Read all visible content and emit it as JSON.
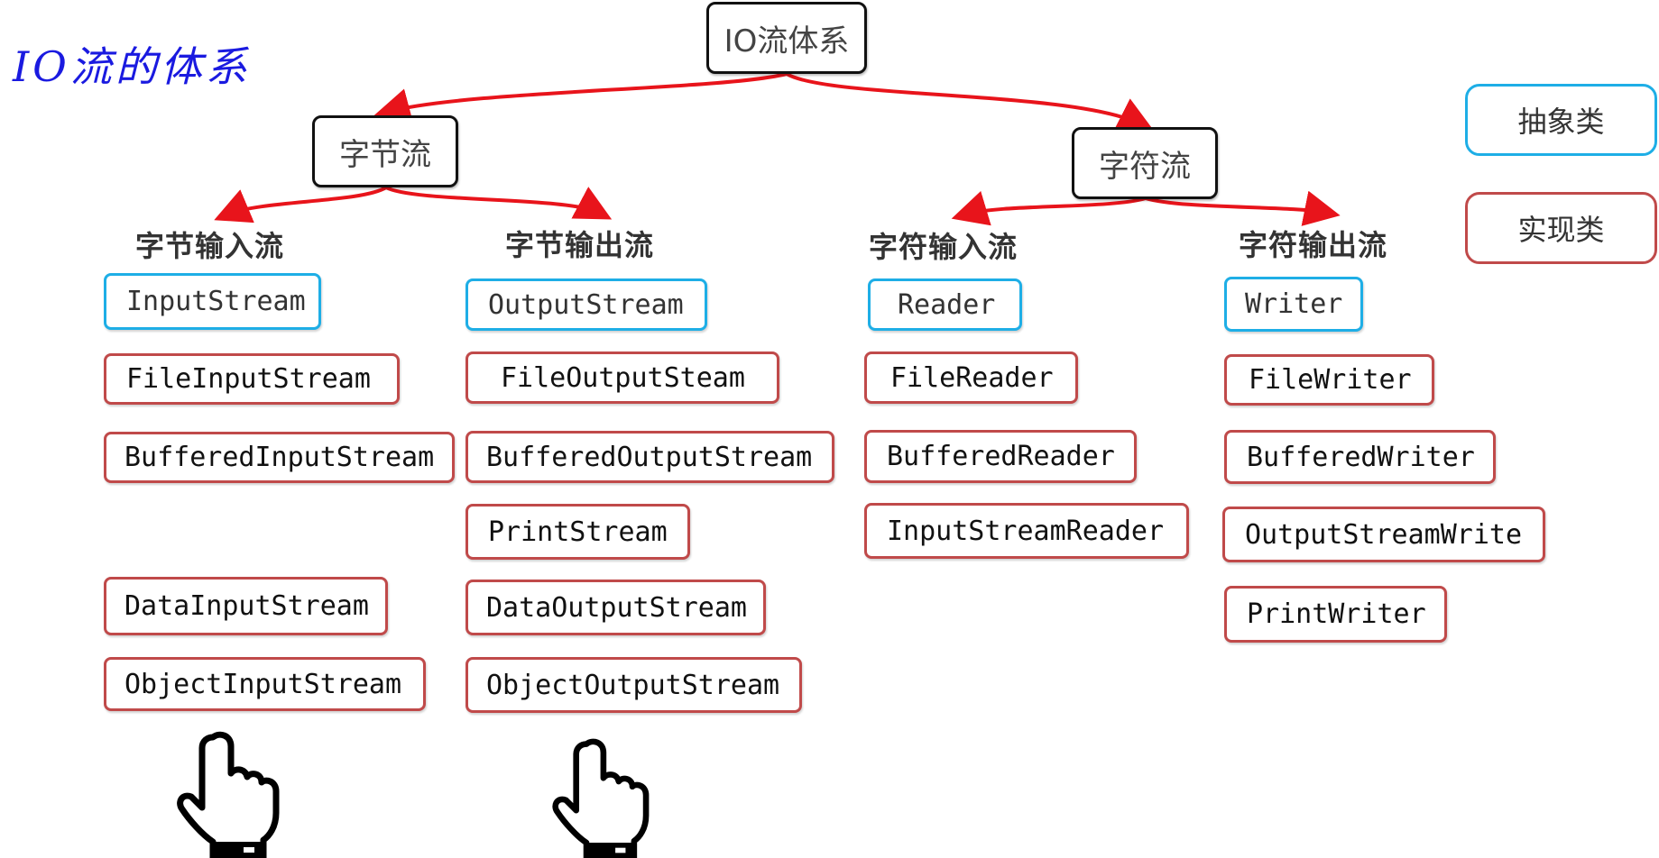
{
  "title": "IO流的体系",
  "tree": {
    "root": "IO流体系",
    "byte_stream": "字节流",
    "char_stream": "字符流"
  },
  "columns": [
    {
      "heading": "字节输入流",
      "abstract": "InputStream",
      "impls": [
        "FileInputStream",
        "BufferedInputStream",
        "DataInputStream",
        "ObjectInputStream"
      ]
    },
    {
      "heading": "字节输出流",
      "abstract": "OutputStream",
      "impls": [
        "FileOutputSteam",
        "BufferedOutputStream",
        "PrintStream",
        "DataOutputStream",
        "ObjectOutputStream"
      ]
    },
    {
      "heading": "字符输入流",
      "abstract": "Reader",
      "impls": [
        "FileReader",
        "BufferedReader",
        "InputStreamReader"
      ]
    },
    {
      "heading": "字符输出流",
      "abstract": "Writer",
      "impls": [
        "FileWriter",
        "BufferedWriter",
        "OutputStreamWrite",
        "PrintWriter"
      ]
    }
  ],
  "legend": {
    "abstract_label": "抽象类",
    "impl_label": "实现类"
  },
  "colors": {
    "abstract_border": "#1eaee6",
    "impl_border": "#c04a4a",
    "arrow": "#e8141b",
    "title": "#1a1ae0"
  }
}
